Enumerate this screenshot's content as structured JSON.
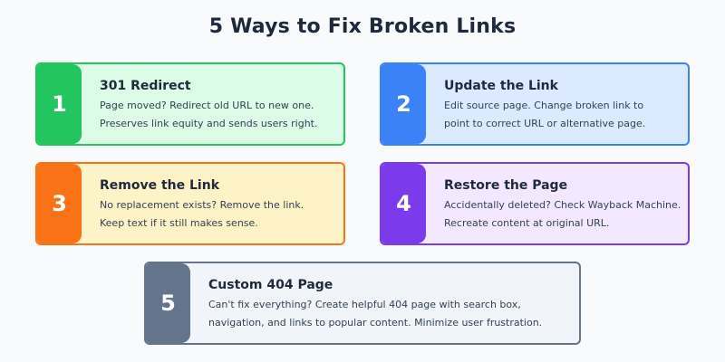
{
  "title": "5 Ways to Fix Broken Links",
  "colors": {
    "background": "#f8fafc",
    "text": "#1e293b"
  },
  "cards": [
    {
      "number": "1",
      "title": "301 Redirect",
      "lines": [
        "Page moved? Redirect old URL to new one.",
        "Preserves link equity and sends users right."
      ],
      "accent": "#22c55e",
      "fill": "#dcfce7"
    },
    {
      "number": "2",
      "title": "Update the Link",
      "lines": [
        "Edit source page. Change broken link to",
        "point to correct URL or alternative page."
      ],
      "accent": "#3b82f6",
      "fill": "#dbeafe"
    },
    {
      "number": "3",
      "title": "Remove the Link",
      "lines": [
        "No replacement exists? Remove the link.",
        "Keep text if it still makes sense."
      ],
      "accent": "#f97316",
      "fill": "#fef3c7"
    },
    {
      "number": "4",
      "title": "Restore the Page",
      "lines": [
        "Accidentally deleted? Check Wayback Machine.",
        "Recreate content at original URL."
      ],
      "accent": "#7c3aed",
      "fill": "#f3e8ff"
    },
    {
      "number": "5",
      "title": "Custom 404 Page",
      "lines": [
        "Can't fix everything? Create helpful 404 page with search box,",
        "navigation, and links to popular content. Minimize user frustration."
      ],
      "accent": "#64748b",
      "fill": "#f1f5f9"
    }
  ]
}
